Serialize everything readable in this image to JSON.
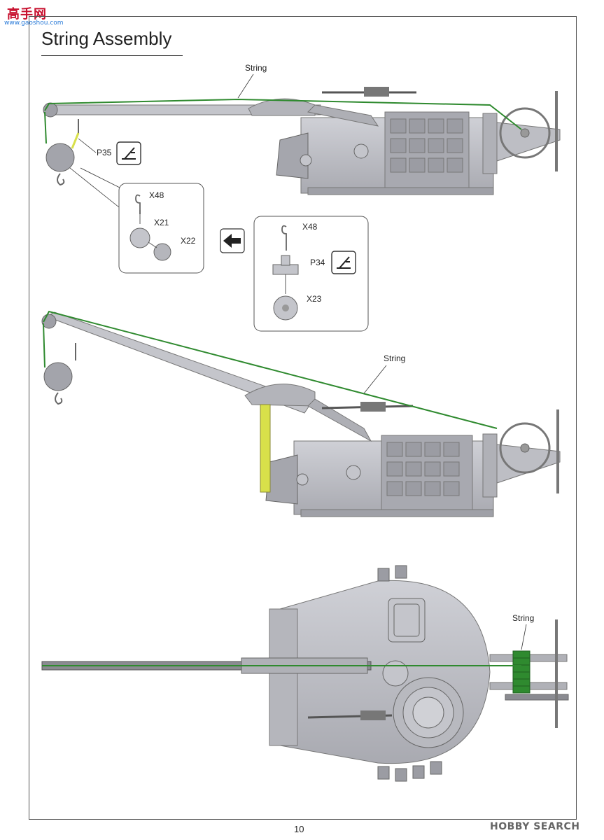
{
  "header": {
    "title": "String Assembly",
    "watermark_logo": "高手网",
    "watermark_url": "www.gaoshou.com"
  },
  "labels": {
    "string_top": "String",
    "string_middle": "String",
    "string_bottom": "String",
    "p35": "P35",
    "x48_a": "X48",
    "x21": "X21",
    "x22": "X22",
    "x48_b": "X48",
    "p34": "P34",
    "x23": "X23"
  },
  "footer": {
    "page_number": "10",
    "brand": "HOBBY SEARCH"
  },
  "colors": {
    "string": "#2f8a2f",
    "string_highlight": "#d8e04a",
    "metal": "#b8b9bf",
    "metal_dark": "#8a8b91"
  }
}
